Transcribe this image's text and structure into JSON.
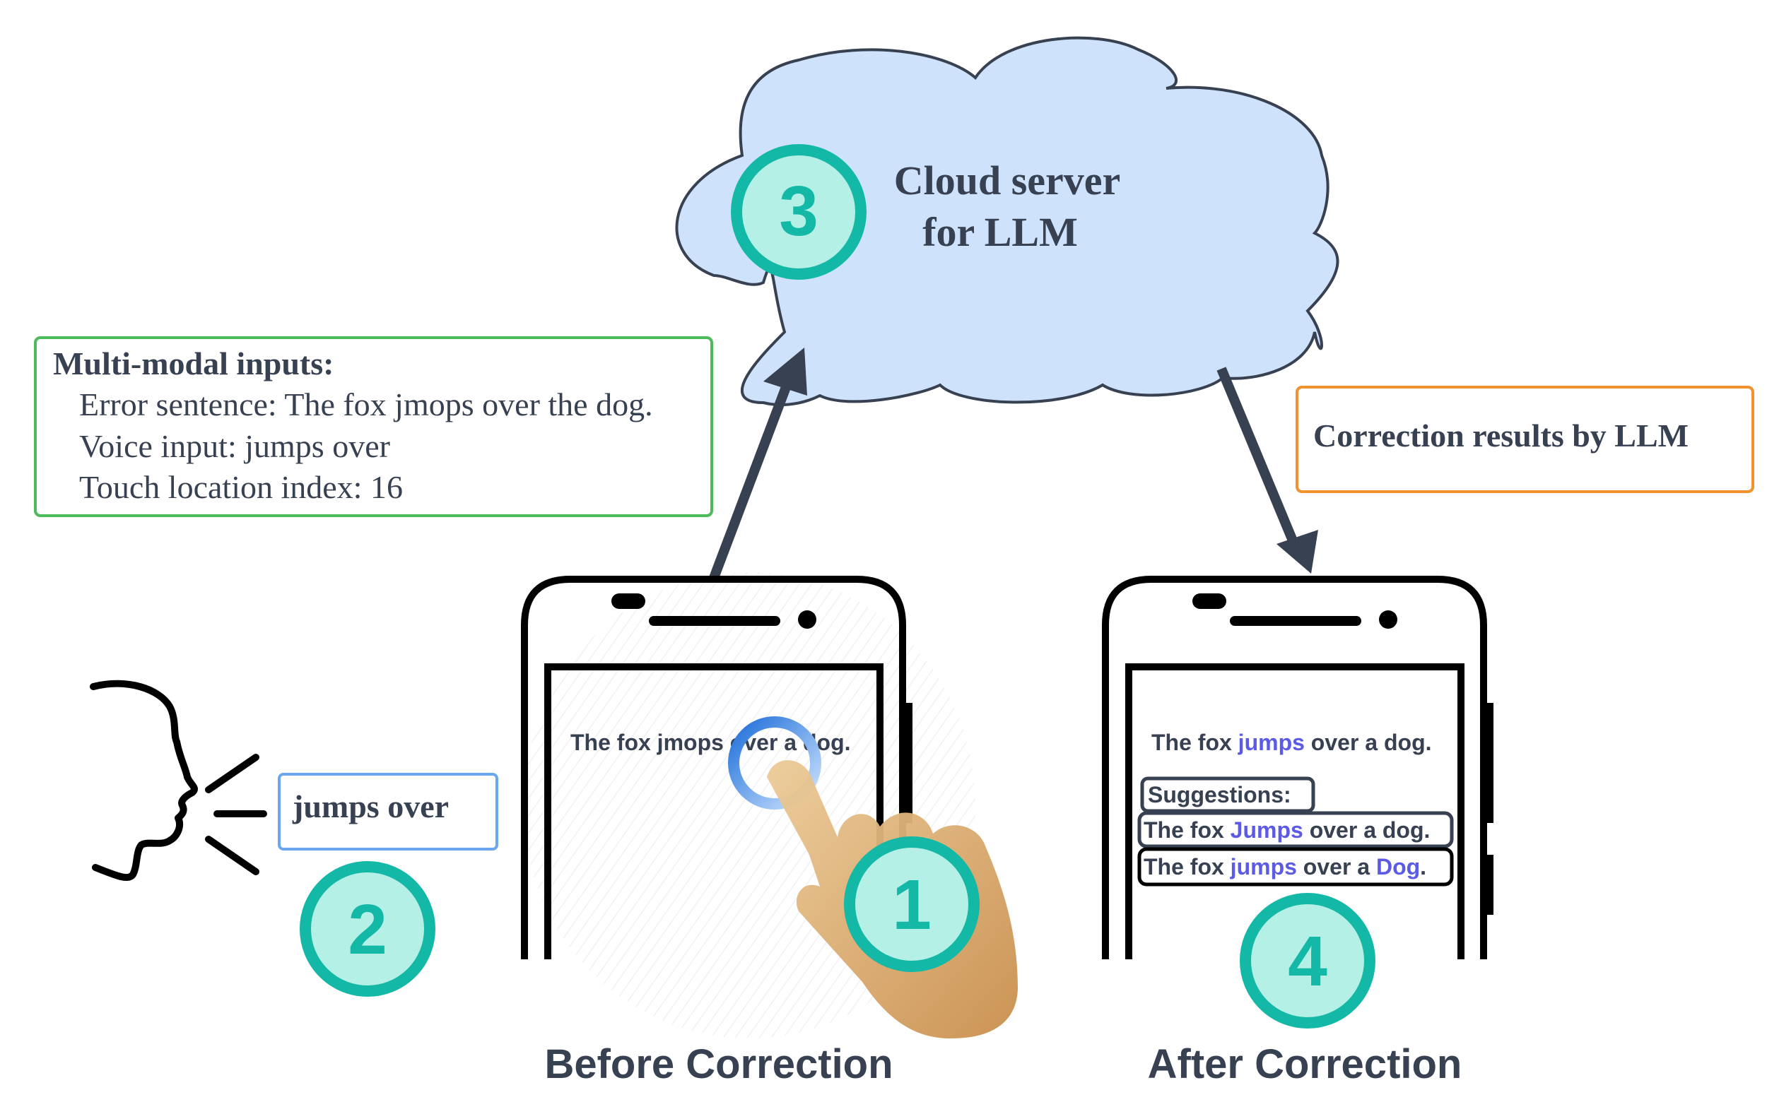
{
  "cloud": {
    "title_line1": "Cloud server",
    "title_line2": "for LLM",
    "color": "#cfe2fb"
  },
  "inputs_box": {
    "title": "Multi-modal inputs:",
    "lines": [
      "Error sentence: The fox jmops over the dog.",
      "Voice input: jumps over",
      "Touch location index: 16"
    ],
    "border_color": "#4cbb5c"
  },
  "voice_box": {
    "label": "jumps over",
    "border_color": "#6aa7ee"
  },
  "results_box": {
    "label": "Correction results by LLM",
    "border_color": "#f0922e"
  },
  "phone_before": {
    "sentence": "The fox jmops over a dog.",
    "caption": "Before Correction"
  },
  "phone_after": {
    "sentence_parts": [
      "The fox ",
      "jumps",
      " over a dog."
    ],
    "suggestions_label": "Suggestions:",
    "suggestion1_parts": [
      "The fox ",
      "Jumps",
      " over a dog."
    ],
    "suggestion2_parts": [
      "The fox ",
      "jumps",
      " over a ",
      "Dog",
      "."
    ],
    "caption": "After Correction",
    "highlight_color": "#5b5be6"
  },
  "badges": [
    "1",
    "2",
    "3",
    "4"
  ],
  "colors": {
    "badge_fill": "#b4f0e6",
    "badge_stroke": "#14b8a6",
    "arrow": "#374151",
    "text": "#374151"
  },
  "icons": [
    "speaking-head-icon",
    "tap-hand-icon",
    "touch-ripple-icon"
  ]
}
